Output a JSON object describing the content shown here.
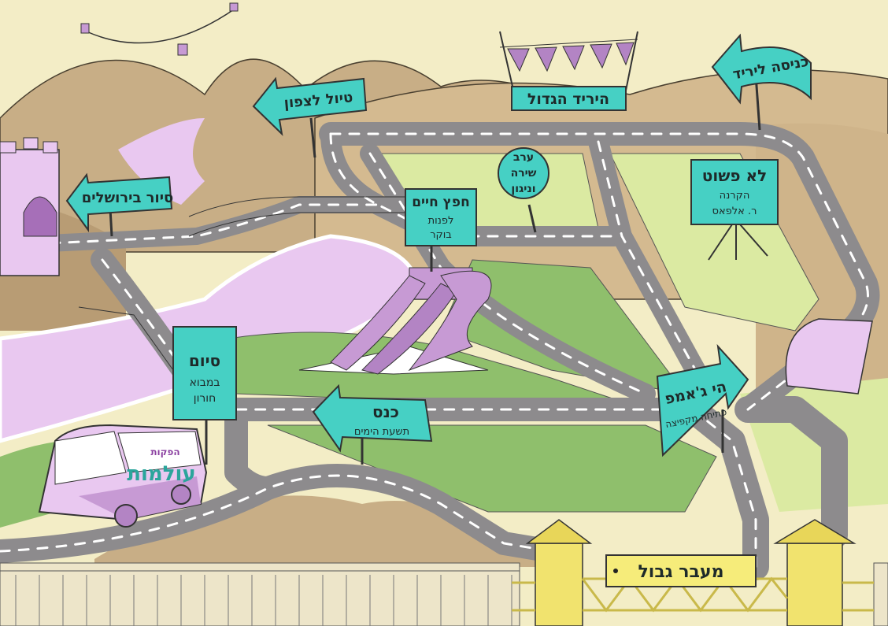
{
  "signs": {
    "entrance_fair": "כניסה ליריד",
    "big_fair": "היריד הגדול",
    "north_trip": "טיול לצפון",
    "jerusalem_tour": "סיור בירושלים",
    "chefetz_chaim_title": "חפץ חיים",
    "chefetz_chaim_sub1": "לפנות",
    "chefetz_chaim_sub2": "בוקר",
    "song_evening_1": "ערב",
    "song_evening_2": "שירה",
    "song_evening_3": "וניגון",
    "not_simple_title": "לא פשוט",
    "not_simple_sub1": "הקרנה",
    "not_simple_sub2": "ר. אלפאס",
    "hi_jump_title": "הי ג'אמפ",
    "hi_jump_sub": "פתיחה מקפיצה",
    "knes_title": "כנס",
    "knes_sub": "תשעת הימים",
    "siyum_title": "סיום",
    "siyum_sub1": "במבוא",
    "siyum_sub2": "חורון",
    "border_crossing": "מעבר גבול"
  },
  "bus": {
    "brand_small": "הפקות",
    "brand_large": "עולמות"
  },
  "colors": {
    "sky": "#f3edc6",
    "hill": "#c8ae86",
    "road": "#8d8b8d",
    "grass": "#8fbf6c",
    "light_grass": "#dbeaa2",
    "river": "#e9c8f0",
    "sign": "#46d0c4",
    "purple": "#c79ad4",
    "gate_yellow": "#f1e36e"
  }
}
